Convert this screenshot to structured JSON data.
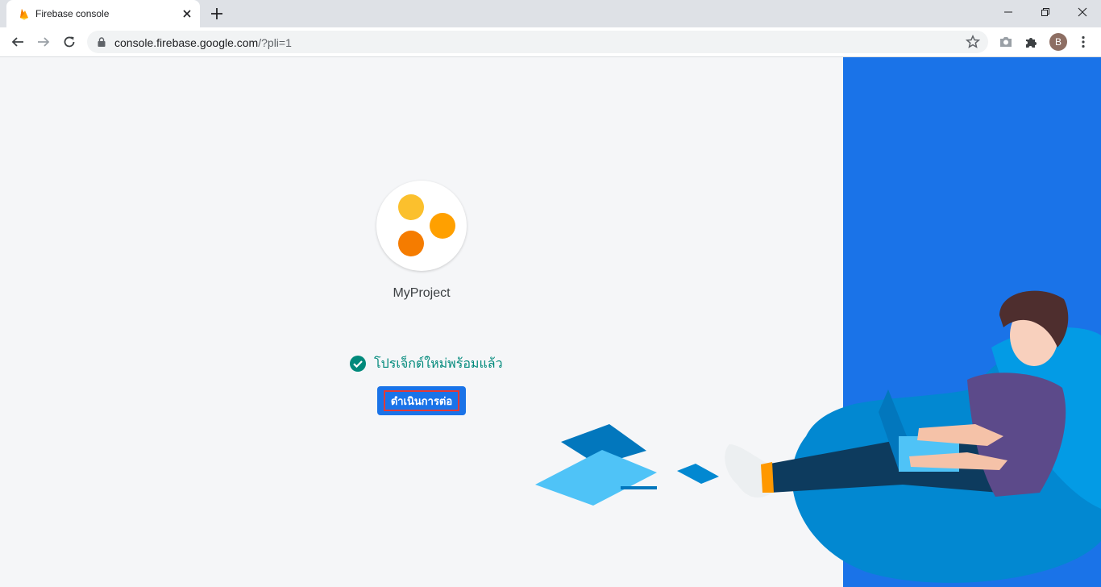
{
  "browser": {
    "tab_title": "Firebase console",
    "url_host": "console.firebase.google.com",
    "url_rest": "/?pli=1",
    "profile_initial": "B"
  },
  "page": {
    "project_name": "MyProject",
    "ready_message": "โปรเจ็กต์ใหม่พร้อมแล้ว",
    "continue_label": "ดำเนินการต่อ"
  },
  "colors": {
    "primary_blue": "#1a73e8",
    "success_teal": "#00897b",
    "highlight_red": "#e53935",
    "dot_yellow": "#fbc02d",
    "dot_orange": "#ffa000",
    "dot_dark_orange": "#f57c00"
  },
  "icons": {
    "tab_favicon": "firebase-flame-icon",
    "ready": "check-circle-icon"
  }
}
